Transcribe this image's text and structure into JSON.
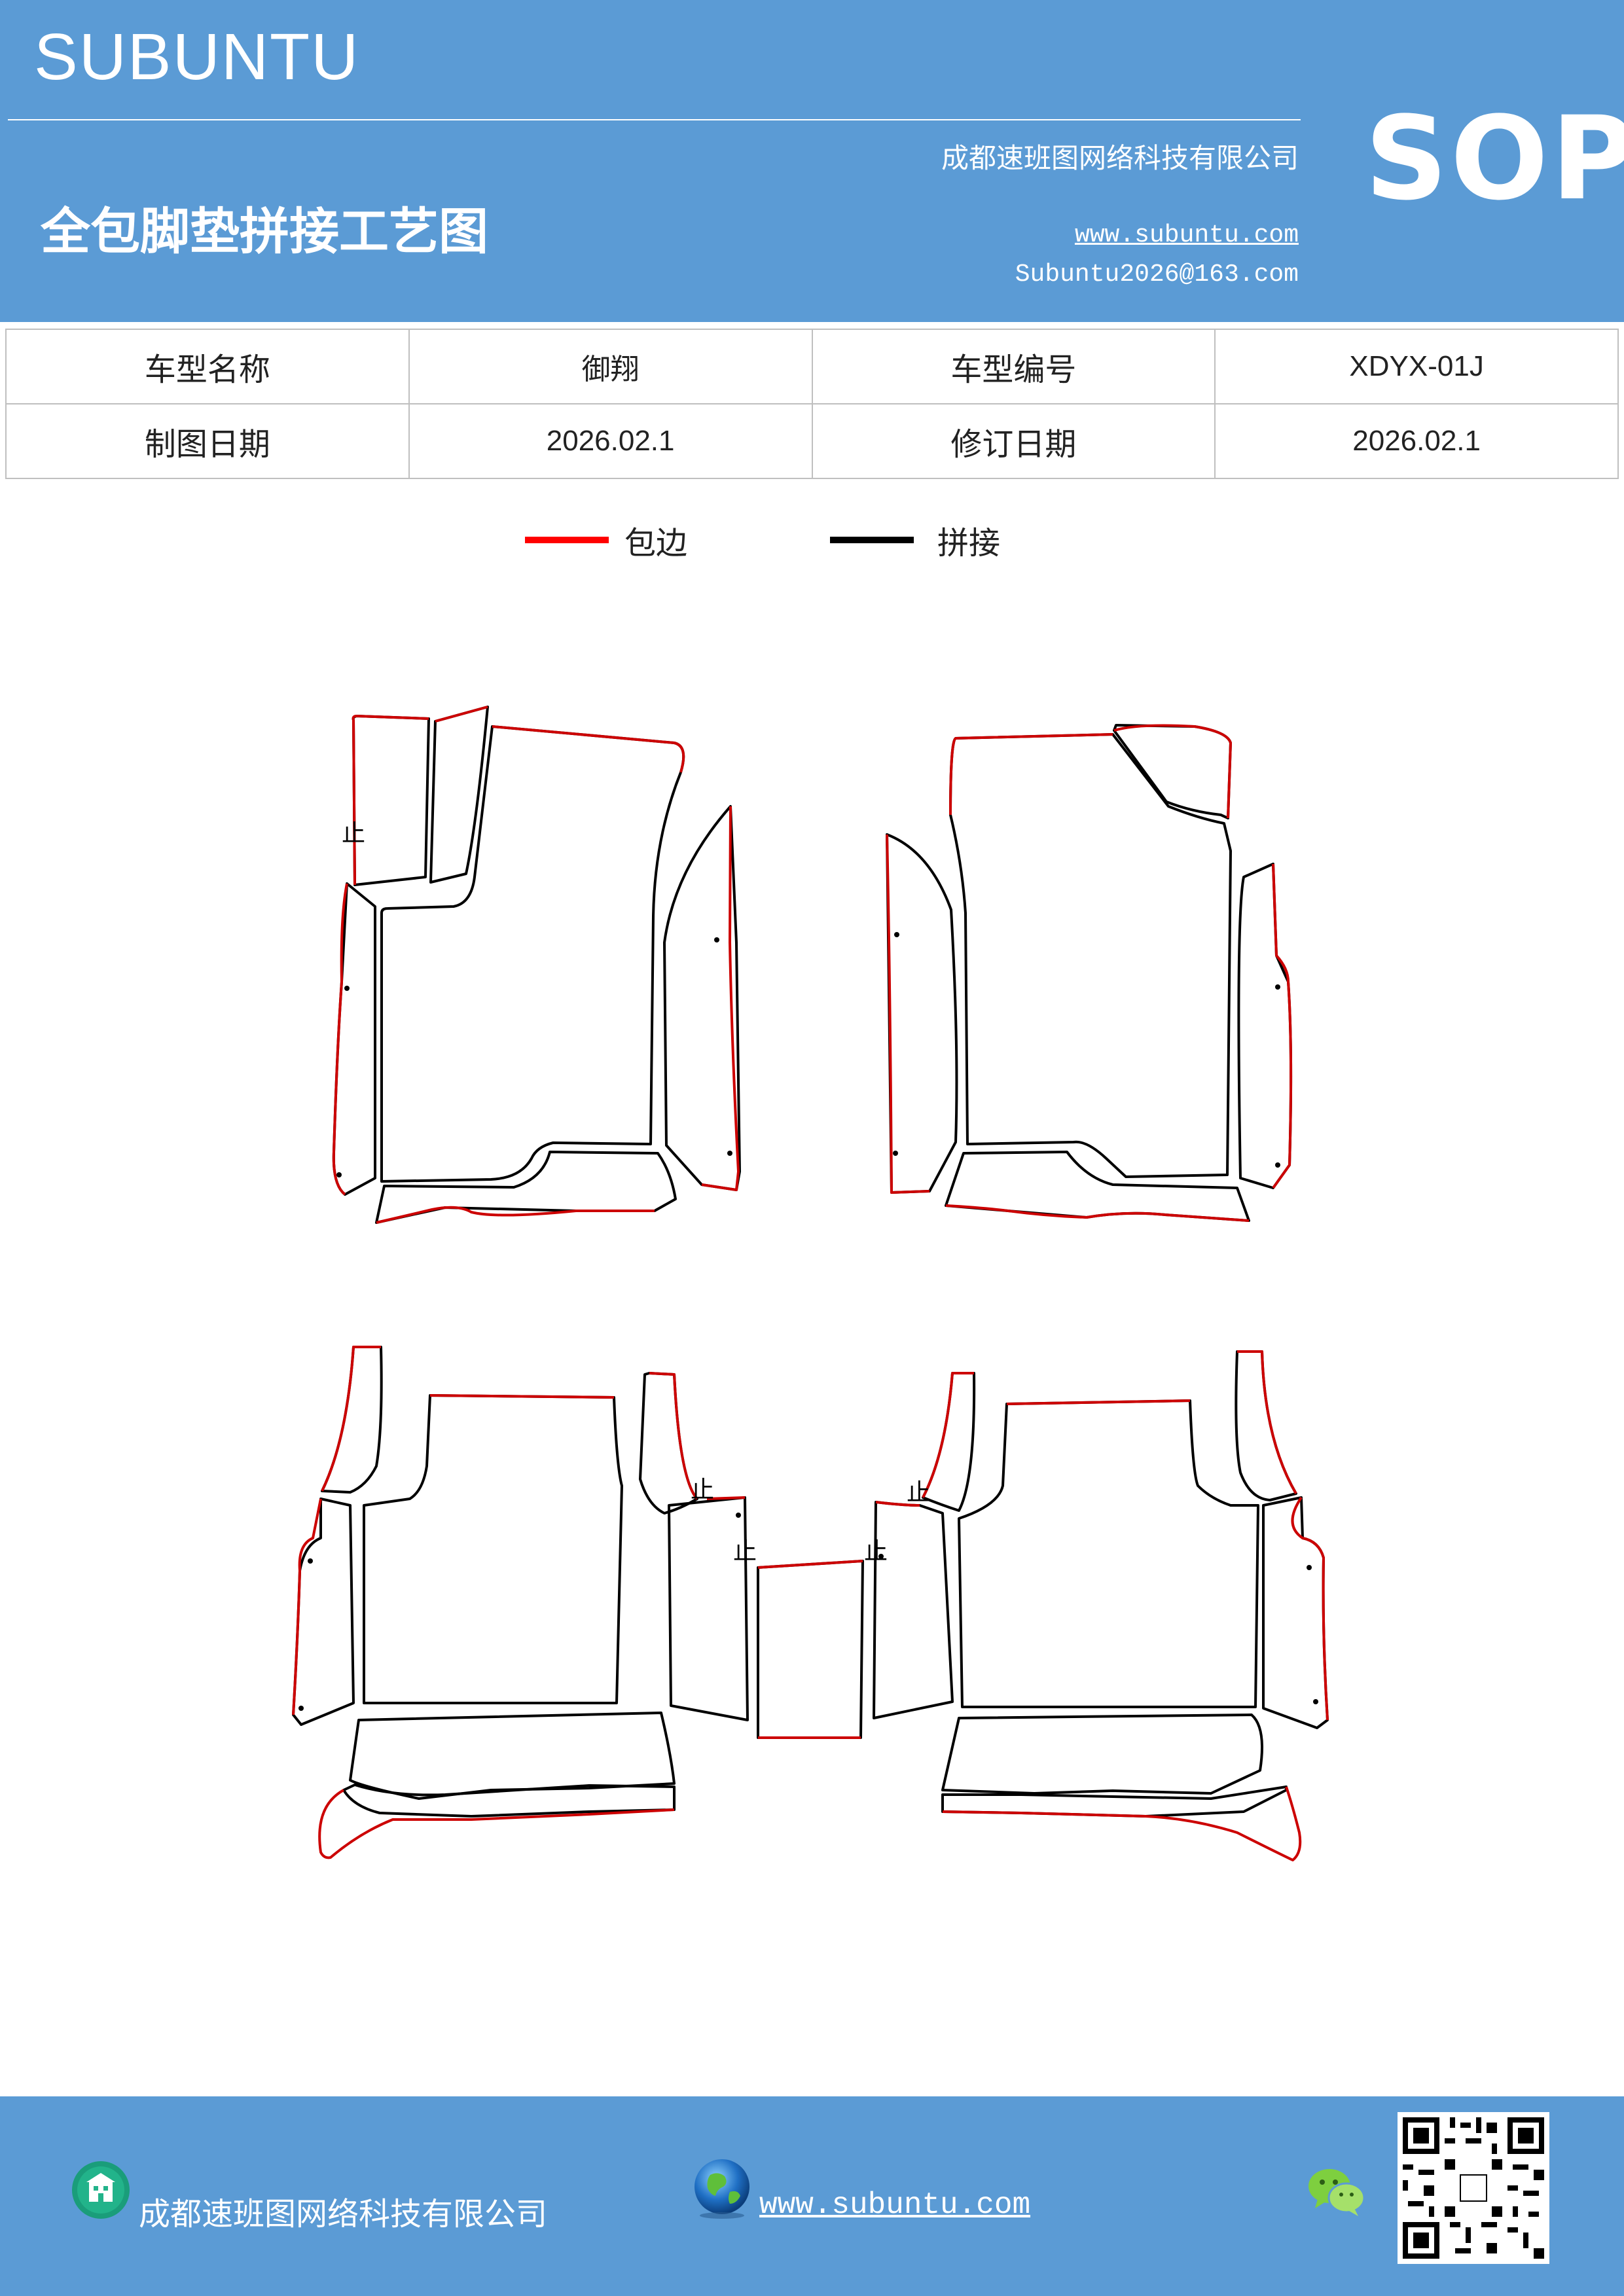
{
  "header": {
    "brand": "SUBUNTU",
    "badge": "SOP",
    "company": "成都速班图网络科技有限公司",
    "website": "www.subuntu.com",
    "email": "Subuntu2026@163.com",
    "title": "全包脚垫拼接工艺图"
  },
  "info_table": {
    "rows": [
      {
        "label1": "车型名称",
        "value1": "御翔",
        "label2": "车型编号",
        "value2": "XDYX-01J"
      },
      {
        "label1": "制图日期",
        "value1": "2026.02.1",
        "label2": "修订日期",
        "value2": "2026.02.1"
      }
    ]
  },
  "legend": {
    "items": [
      {
        "label": "包边",
        "color": "#ff0000"
      },
      {
        "label": "拼接",
        "color": "#000000"
      }
    ]
  },
  "drawing": {
    "marks": [
      "止",
      "止",
      "止",
      "止",
      "止"
    ],
    "edge_color": "#cc0000",
    "seam_color": "#000000"
  },
  "footer": {
    "company": "成都速班图网络科技有限公司",
    "website": "www.subuntu.com",
    "building_icon": "building-icon",
    "globe_icon": "globe-icon",
    "wechat_icon": "wechat-icon",
    "qr": "qr-code"
  }
}
